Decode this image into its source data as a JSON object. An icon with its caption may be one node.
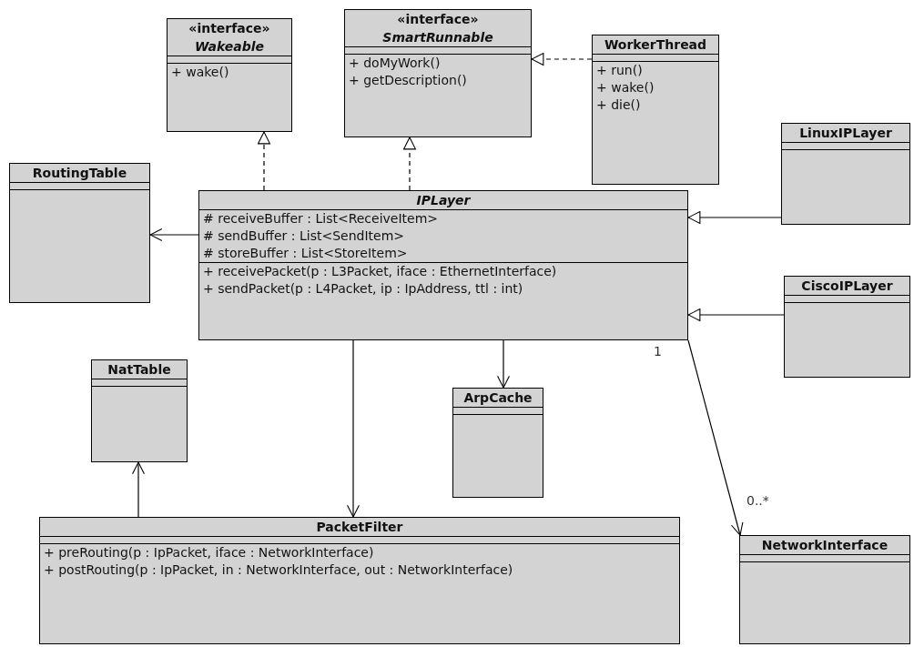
{
  "diagram": {
    "nodes": [
      {
        "text": [
          "«interface»",
          "Wakeable",
          "+ wake()"
        ]
      },
      {
        "text": [
          "«interface»",
          "SmartRunnable",
          "+ doMyWork()",
          "+ getDescription()"
        ]
      },
      {
        "text": [
          "WorkerThread",
          "+ run()",
          "+ wake()",
          "+ die()"
        ]
      },
      {
        "text": [
          "RoutingTable"
        ]
      },
      {
        "text": [
          "IPLayer",
          "# receiveBuffer : List<ReceiveItem>",
          "# sendBuffer : List<SendItem>",
          "# storeBuffer : List<StoreItem>",
          "+ receivePacket(p : L3Packet, iface : EthernetInterface)",
          "+ sendPacket(p : L4Packet, ip : IpAddress, ttl : int)"
        ]
      },
      {
        "text": [
          "LinuxIPLayer"
        ]
      },
      {
        "text": [
          "CiscoIPLayer"
        ]
      },
      {
        "text": [
          "NatTable"
        ]
      },
      {
        "text": [
          "ArpCache"
        ]
      },
      {
        "text": [
          "PacketFilter",
          "+ preRouting(p : IpPacket, iface : NetworkInterface)",
          "+ postRouting(p : IpPacket, in : NetworkInterface, out : NetworkInterface)"
        ]
      },
      {
        "text": [
          "NetworkInterface"
        ]
      }
    ],
    "edges": [
      {
        "from": 4,
        "to": 0,
        "arrow": "to",
        "style": "dashed"
      },
      {
        "from": 4,
        "to": 1,
        "arrow": "to",
        "style": "dashed"
      },
      {
        "from": 2,
        "to": 1,
        "arrow": "to",
        "style": "dashed"
      },
      {
        "from": 5,
        "to": 4,
        "arrow": "to"
      },
      {
        "from": 6,
        "to": 4,
        "arrow": "to"
      },
      {
        "from": 4,
        "to": 3,
        "arrow": "to"
      },
      {
        "from": 4,
        "to": 9,
        "arrow": "to"
      },
      {
        "from": 4,
        "to": 8,
        "arrow": "to"
      },
      {
        "from": 9,
        "to": 7,
        "arrow": "to"
      },
      {
        "from": 4,
        "to": 10,
        "arrow": "to"
      }
    ],
    "labels": [
      "1",
      "0..*"
    ]
  }
}
